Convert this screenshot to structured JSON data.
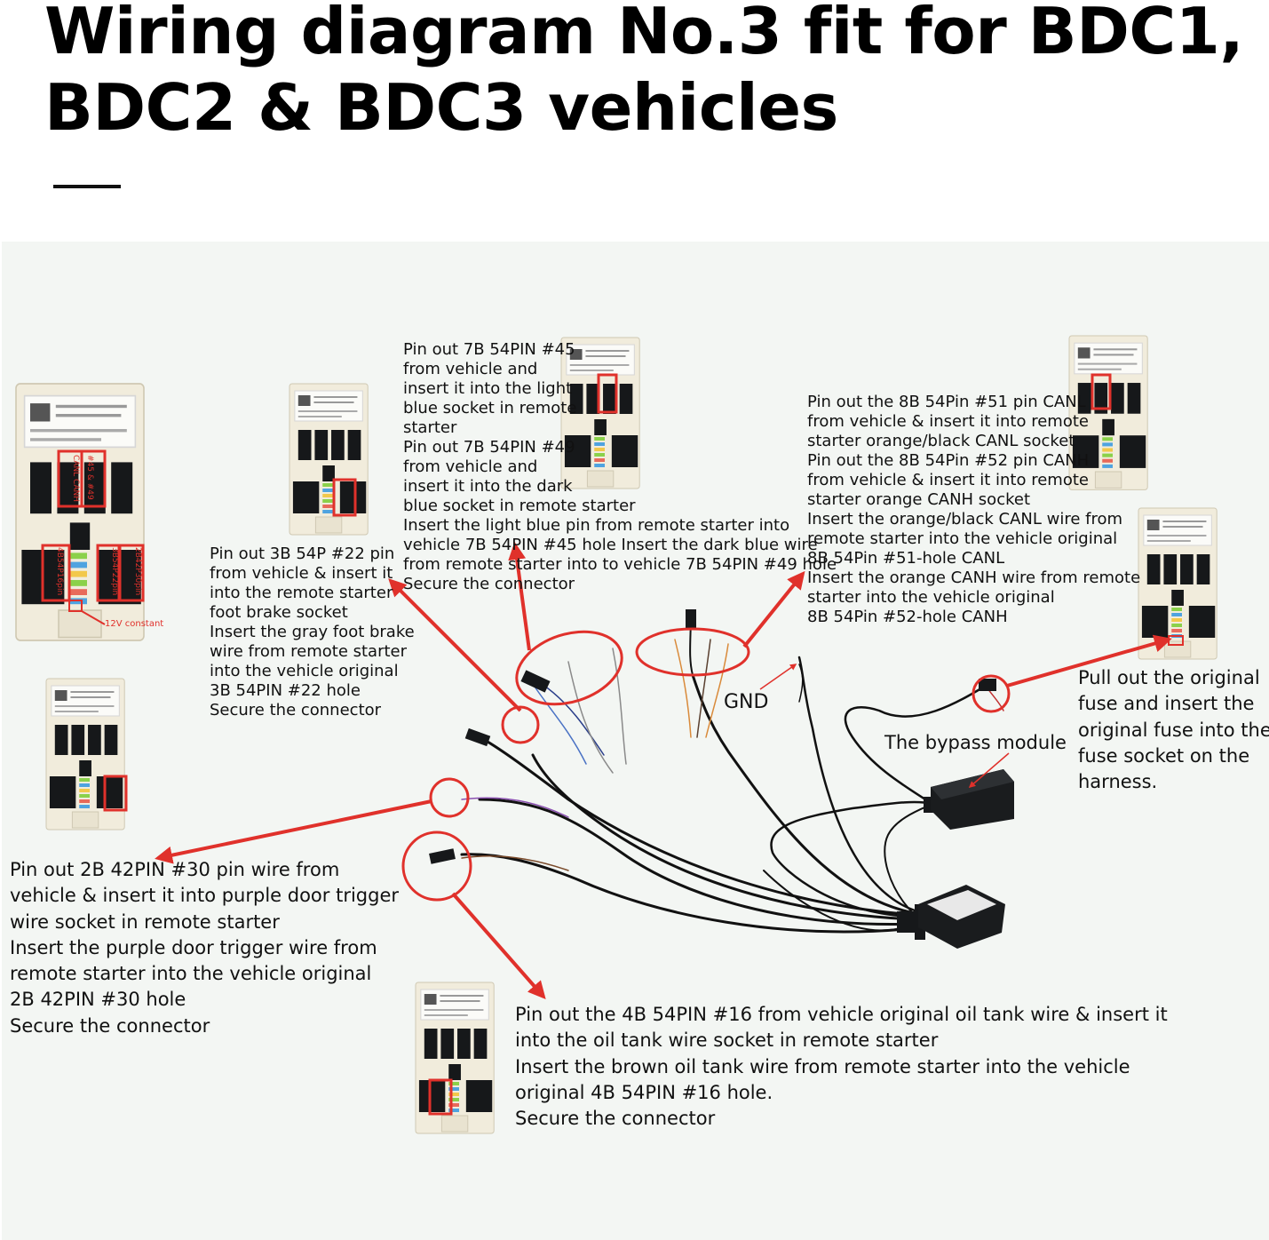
{
  "title": {
    "line1": "Wiring diagram No.3 fit for BDC1,",
    "line2": "BDC2 & BDC3 vehicles"
  },
  "notes": {
    "pin_7b": [
      "Pin out 7B 54PIN #45",
      "from vehicle and",
      "insert it into the light",
      "blue socket in remote",
      "starter",
      "Pin out 7B 54PIN #49",
      "from vehicle and",
      "insert it into the dark",
      "blue socket in remote starter",
      "Insert the light blue pin from remote starter into",
      "vehicle 7B 54PIN #45 hole Insert the dark blue wire",
      "from remote starter into to vehicle 7B 54PIN #49 hole",
      "Secure the connector"
    ],
    "pin_8b": [
      "Pin out the 8B 54Pin #51 pin CANL",
      "from vehicle & insert it into remote",
      "starter orange/black CANL socket",
      "Pin out the 8B 54Pin #52 pin CANH",
      "from vehicle & insert it into remote",
      "starter orange CANH socket",
      "Insert the orange/black CANL wire from",
      "remote starter into the vehicle original",
      "8B 54Pin #51-hole CANL",
      "Insert the orange CANH wire from remote",
      "starter into the vehicle original",
      "8B 54Pin #52-hole CANH"
    ],
    "pin_3b": [
      "Pin out 3B 54P #22 pin",
      "from vehicle & insert it",
      "into the remote starter",
      "foot brake socket",
      "Insert the gray foot brake",
      "wire from remote starter",
      "into the vehicle original",
      "3B 54PIN #22 hole",
      "Secure the connector"
    ],
    "fuse": [
      "Pull out the original",
      "fuse and insert the",
      "original fuse into the",
      "fuse socket on the",
      "harness."
    ],
    "pin_2b": [
      "Pin out 2B 42PIN #30 pin wire from",
      "vehicle & insert it into purple door trigger",
      "wire socket in remote starter",
      "Insert the purple door trigger wire from",
      "remote starter into the vehicle original",
      "2B 42PIN #30 hole",
      "Secure the connector"
    ],
    "pin_4b": [
      "Pin out the 4B 54PIN #16 from vehicle original oil tank wire & insert it",
      "into the oil tank wire socket in remote starter",
      "Insert the brown oil tank wire from remote starter into the vehicle",
      "original 4B 54PIN #16 hole.",
      "Secure the connector"
    ]
  },
  "labels": {
    "gnd": "GND",
    "bypass": "The bypass module",
    "constant": "12V constant",
    "slot_labels": [
      "#45 & #49",
      "CANL CANH",
      "4B54P16pin",
      "3B54P22pin",
      "2B42P30pin"
    ]
  },
  "colors": {
    "accent_red": "#e0312b",
    "panel_bg": "#f3f6f3",
    "module_body": "#f1ecdc",
    "module_black": "#16181a"
  }
}
